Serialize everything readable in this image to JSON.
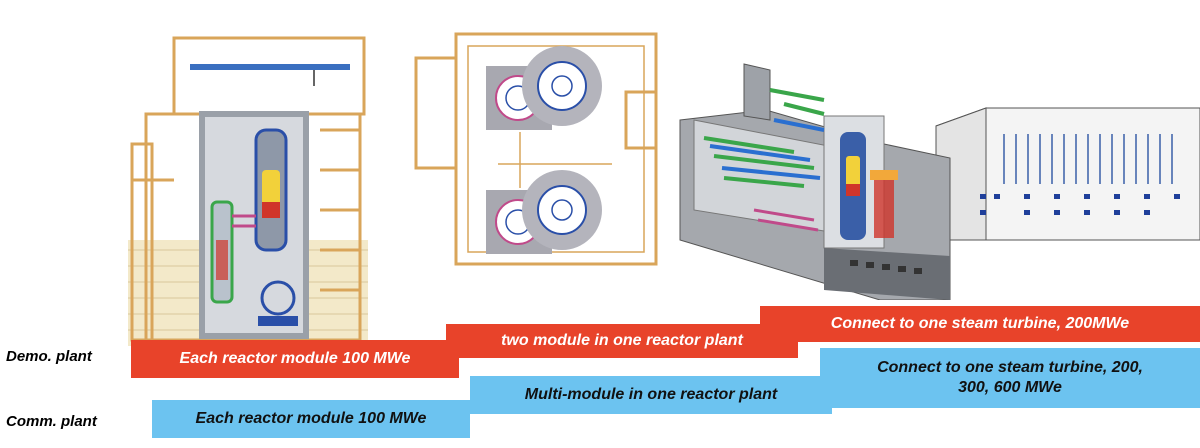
{
  "colors": {
    "demo_bar": "#e8432a",
    "comm_bar": "#6cc3f0",
    "building_outline": "#d9a55a",
    "wall_gray": "#9aa0a8",
    "vessel_blue": "#2a4fa8",
    "core_red": "#d0352a",
    "core_yellow": "#f2d13a",
    "pipe_green": "#3aa64a"
  },
  "row_labels": {
    "demo": "Demo. plant",
    "comm": "Comm. plant"
  },
  "stages": [
    {
      "demo": "Each reactor module 100 MWe",
      "comm": "Each reactor module 100 MWe"
    },
    {
      "demo": "two module in one reactor plant",
      "comm": "Multi-module in one reactor plant"
    },
    {
      "demo": "Connect to one steam turbine, 200MWe",
      "comm_line1": "Connect to one steam turbine, 200,",
      "comm_line2": "300, 600 MWe"
    }
  ],
  "figures": [
    {
      "icon": "reactor-building-section-icon"
    },
    {
      "icon": "two-module-plan-icon"
    },
    {
      "icon": "plant-3d-cutaway-icon"
    }
  ]
}
